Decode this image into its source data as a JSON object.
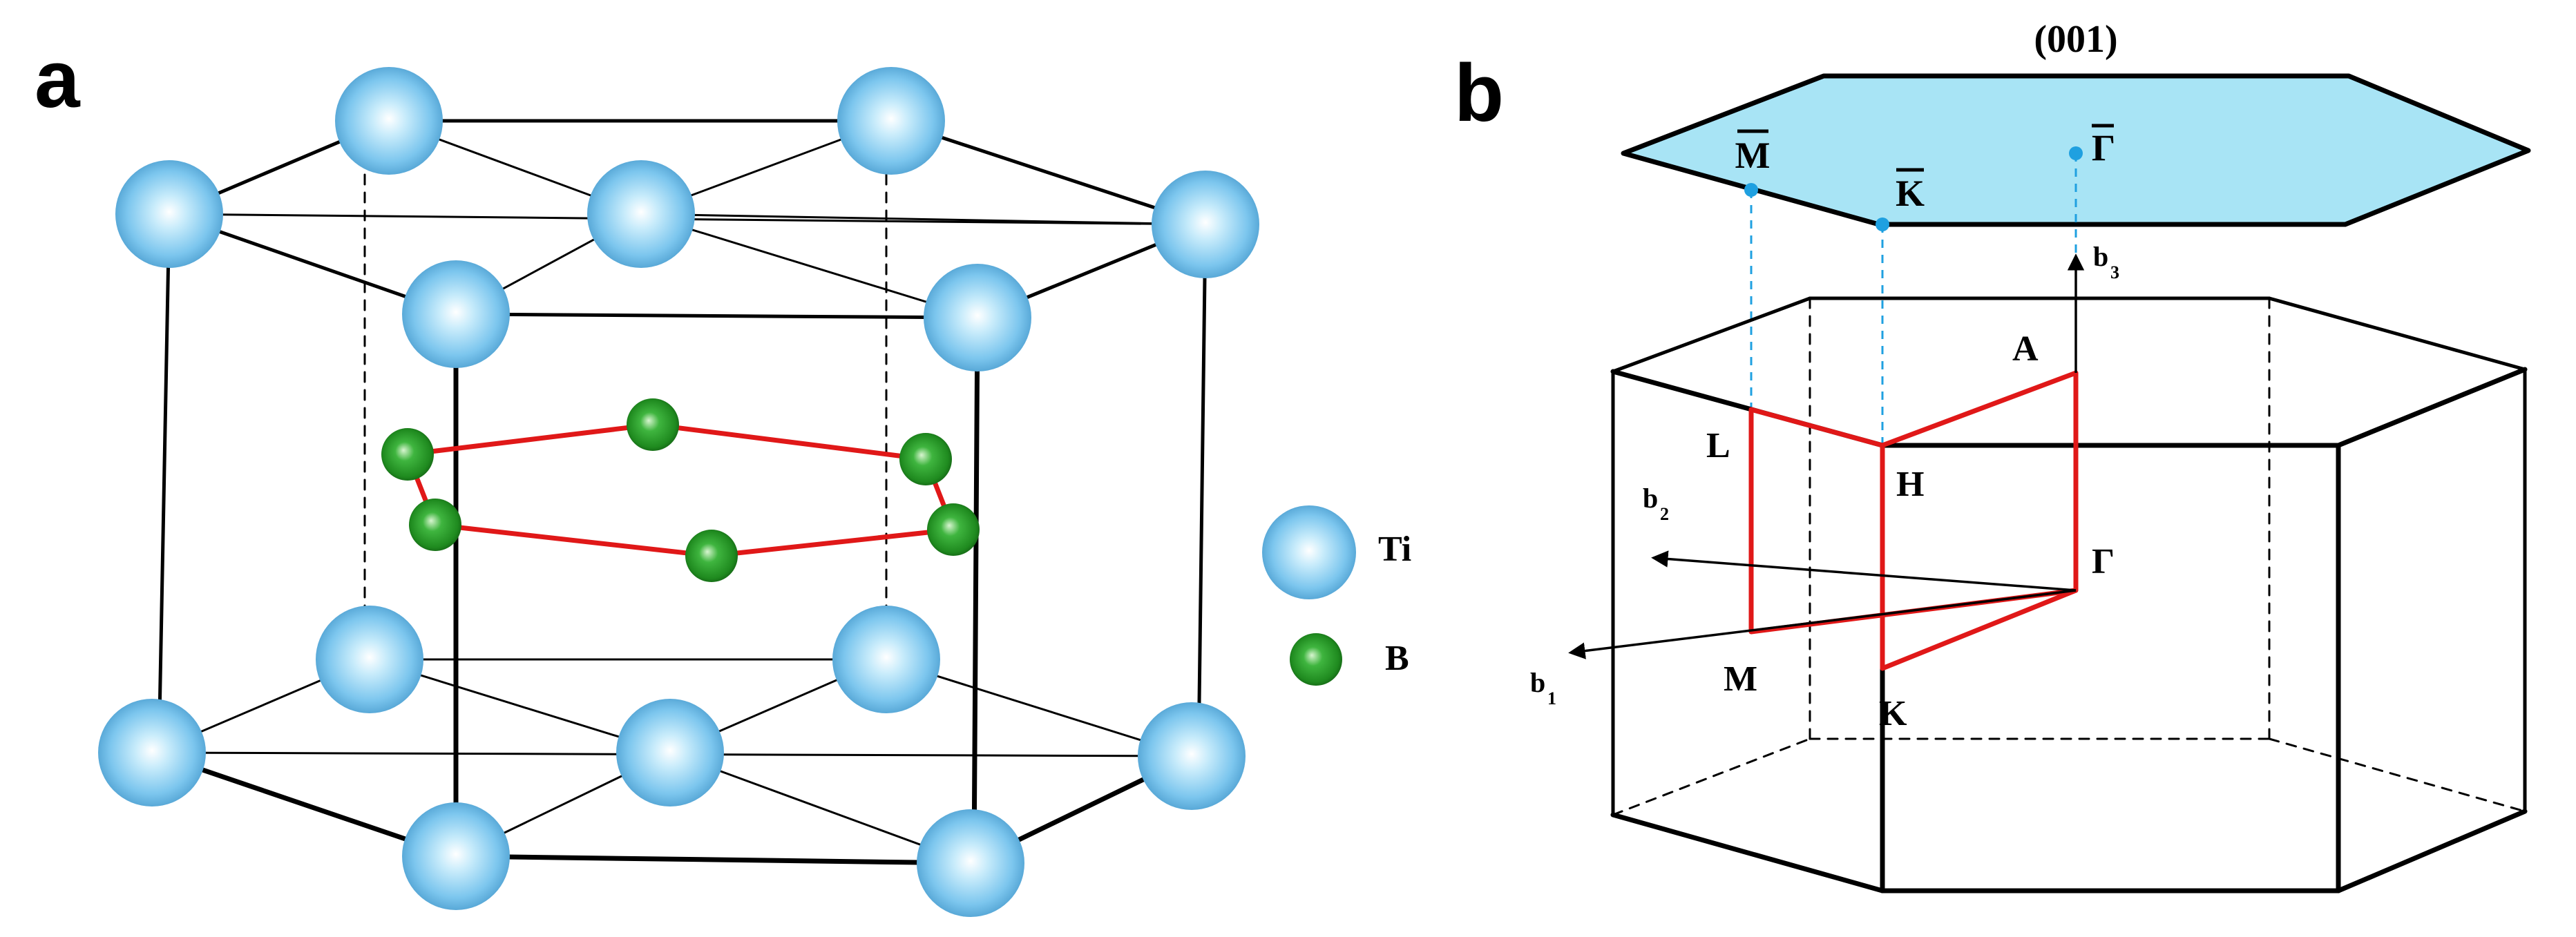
{
  "panels": {
    "a": {
      "label": "a"
    },
    "b": {
      "label": "b"
    }
  },
  "legend": {
    "ti": {
      "label": "Ti",
      "color": "#7cc6ee"
    },
    "b": {
      "label": "B",
      "color": "#1f8a1f"
    }
  },
  "surface": {
    "title": "(001)",
    "points": {
      "m_bar": "M",
      "k_bar": "K",
      "gamma_bar": "Γ"
    }
  },
  "brillouin_zone": {
    "points": {
      "a": "A",
      "l": "L",
      "h": "H",
      "gamma": "Γ",
      "m": "M",
      "k": "K"
    },
    "vectors": {
      "b1": {
        "base": "b",
        "sub": "1"
      },
      "b2": {
        "base": "b",
        "sub": "2"
      },
      "b3": {
        "base": "b",
        "sub": "3"
      }
    }
  },
  "colors": {
    "ti_atom": "#7cc6ee",
    "b_atom": "#1f8a1f",
    "bond": "#e01818",
    "surface_fill": "#a8e4f5",
    "projection": "#1fa0e0"
  }
}
